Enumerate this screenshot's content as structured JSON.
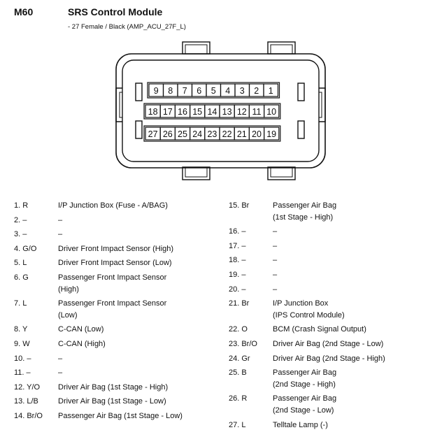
{
  "header": {
    "code": "M60",
    "title": "SRS Control Module",
    "subtitle": "- 27 Female / Black (AMP_ACU_27F_L)"
  },
  "connector": {
    "row1": [
      "9",
      "8",
      "7",
      "6",
      "5",
      "4",
      "3",
      "2",
      "1"
    ],
    "row2": [
      "18",
      "17",
      "16",
      "15",
      "14",
      "13",
      "12",
      "11",
      "10"
    ],
    "row3": [
      "27",
      "26",
      "25",
      "24",
      "23",
      "22",
      "21",
      "20",
      "19"
    ]
  },
  "pins_left": [
    {
      "num": "1. R",
      "desc": [
        "I/P Junction Box (Fuse - A/BAG)"
      ]
    },
    {
      "num": "2. –",
      "desc": [
        "–"
      ]
    },
    {
      "num": "3. –",
      "desc": [
        "–"
      ]
    },
    {
      "num": "4. G/O",
      "desc": [
        "Driver Front Impact Sensor (High)"
      ]
    },
    {
      "num": "5. L",
      "desc": [
        "Driver Front Impact Sensor (Low)"
      ]
    },
    {
      "num": "6. G",
      "desc": [
        "Passenger Front Impact Sensor",
        "(High)"
      ]
    },
    {
      "num": "7. L",
      "desc": [
        "Passenger Front Impact Sensor",
        "(Low)"
      ]
    },
    {
      "num": "8. Y",
      "desc": [
        "C-CAN (Low)"
      ]
    },
    {
      "num": "9. W",
      "desc": [
        "C-CAN (High)"
      ]
    },
    {
      "num": "10. –",
      "desc": [
        "–"
      ]
    },
    {
      "num": "11. –",
      "desc": [
        "–"
      ]
    },
    {
      "num": "12. Y/O",
      "desc": [
        "Driver Air Bag (1st Stage - High)"
      ]
    },
    {
      "num": "13. L/B",
      "desc": [
        "Driver Air Bag (1st Stage - Low)"
      ]
    },
    {
      "num": "14. Br/O",
      "desc": [
        "Passenger Air Bag (1st Stage - Low)"
      ]
    }
  ],
  "pins_right": [
    {
      "num": "15. Br",
      "desc": [
        "Passenger Air Bag",
        "(1st Stage - High)"
      ]
    },
    {
      "num": "16. –",
      "desc": [
        "–"
      ]
    },
    {
      "num": "17. –",
      "desc": [
        "–"
      ]
    },
    {
      "num": "18. –",
      "desc": [
        "–"
      ]
    },
    {
      "num": "19. –",
      "desc": [
        "–"
      ]
    },
    {
      "num": "20. –",
      "desc": [
        "–"
      ]
    },
    {
      "num": "21. Br",
      "desc": [
        "I/P Junction Box",
        "(IPS Control Module)"
      ]
    },
    {
      "num": "22. O",
      "desc": [
        "BCM (Crash Signal Output)"
      ]
    },
    {
      "num": "23. Br/O",
      "desc": [
        "Driver Air Bag (2nd Stage - Low)"
      ]
    },
    {
      "num": "24. Gr",
      "desc": [
        "Driver Air Bag (2nd Stage - High)"
      ]
    },
    {
      "num": "25. B",
      "desc": [
        "Passenger Air Bag",
        "(2nd Stage - High)"
      ]
    },
    {
      "num": "26. R",
      "desc": [
        "Passenger Air Bag",
        "(2nd Stage - Low)"
      ]
    },
    {
      "num": "27. L",
      "desc": [
        "Telltale Lamp (-)"
      ]
    }
  ]
}
